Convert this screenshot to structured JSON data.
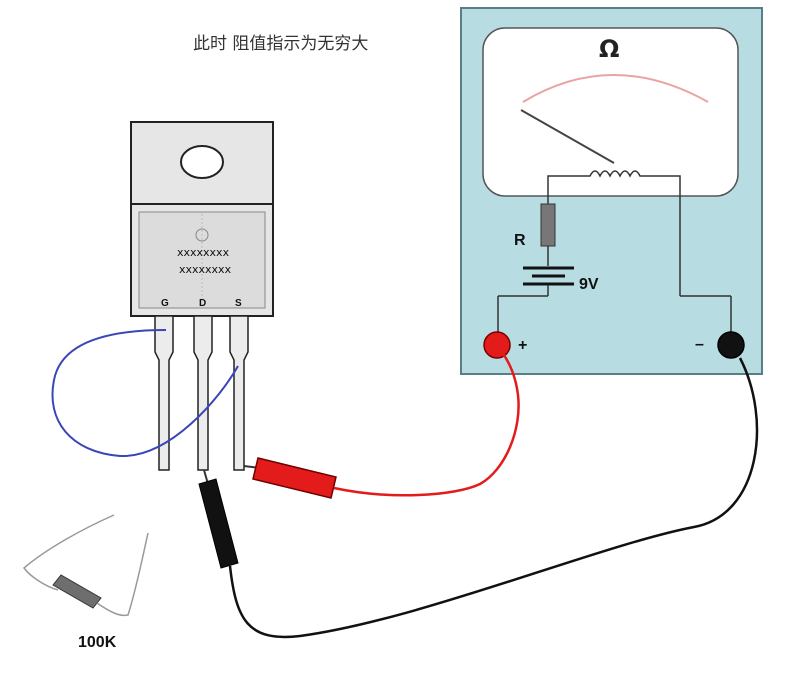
{
  "caption": "此时 阻值指示为无穷大",
  "transistor": {
    "marking_line_1": "xxxxxxxx",
    "marking_line_2": "xxxxxxxx",
    "pins": [
      "G",
      "D",
      "S"
    ]
  },
  "meter": {
    "unit_symbol": "Ω",
    "resistor_label": "R",
    "battery_label": "9V",
    "plus_label": "+",
    "minus_label": "–"
  },
  "resistor_label": "100K",
  "colors": {
    "meter_body": "#b7dde3",
    "meter_face": "#ffffff",
    "scale_arc": "#e9a4a4",
    "probe_red": "#e31b1b",
    "probe_black": "#111111",
    "jumper_wire": "#3a46b8",
    "transistor_body": "#e6e6e6"
  }
}
